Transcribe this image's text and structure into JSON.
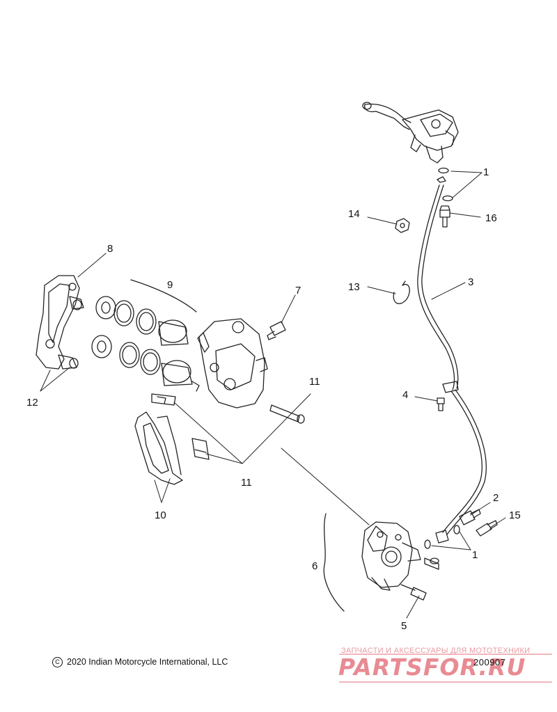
{
  "callouts": {
    "c1_top": "1",
    "c1_bottom": "1",
    "c2": "2",
    "c3": "3",
    "c4": "4",
    "c5": "5",
    "c6": "6",
    "c7": "7",
    "c8": "8",
    "c9": "9",
    "c10": "10",
    "c11_top": "11",
    "c11_bottom": "11",
    "c12": "12",
    "c13": "13",
    "c14": "14",
    "c15": "15",
    "c16": "16"
  },
  "footer": {
    "copyright": "2020 Indian Motorcycle International, LLC",
    "diagram_id": "200907"
  },
  "watermark": {
    "tagline": "ЗАПЧАСТИ И АКСЕССУАРЫ ДЛЯ МОТОТЕХНИКИ",
    "brand": "PARTSFOR.RU"
  }
}
